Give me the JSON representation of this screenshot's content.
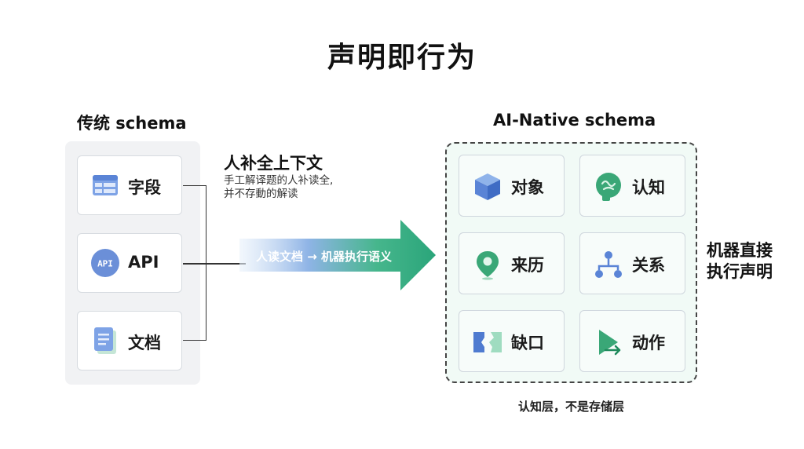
{
  "title": "声明即行为",
  "left": {
    "title": "传统 schema",
    "cards": [
      {
        "label": "字段",
        "icon": "table-icon"
      },
      {
        "label": "API",
        "icon": "api-icon",
        "icon_text": "API"
      },
      {
        "label": "文档",
        "icon": "document-icon"
      }
    ]
  },
  "note": {
    "title": "人补全上下文",
    "lines": [
      "手工解译题的人补读全,",
      "并不存動的解读"
    ]
  },
  "arrow": {
    "label": "人读文档 → 机器执行语义"
  },
  "right": {
    "title": "AI-Native schema",
    "cards": [
      {
        "label": "对象",
        "icon": "cube-icon"
      },
      {
        "label": "认知",
        "icon": "brain-icon"
      },
      {
        "label": "来历",
        "icon": "location-pin-icon"
      },
      {
        "label": "关系",
        "icon": "hierarchy-icon"
      },
      {
        "label": "缺口",
        "icon": "gap-icon"
      },
      {
        "label": "动作",
        "icon": "play-action-icon"
      }
    ],
    "side_note": [
      "机器直接",
      "执行声明"
    ],
    "caption": "认知层，不是存储层"
  },
  "colors": {
    "blue": "#6b8fd8",
    "green": "#2f9e6f",
    "arrow_start": "#e9f1fb",
    "arrow_end": "#2aa57a"
  }
}
